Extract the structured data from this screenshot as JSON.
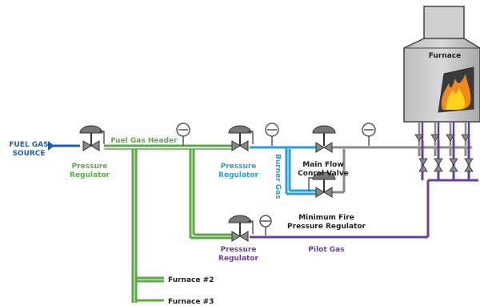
{
  "labels": {
    "source_line1": "FUEL GAS",
    "source_line2": "SOURCE",
    "header": "Fuel Gas Header",
    "reg1_line1": "Pressure",
    "reg1_line2": "Regulator",
    "reg2_line1": "Pressure",
    "reg2_line2": "Regulator",
    "reg3_line1": "Pressure",
    "reg3_line2": "Regulator",
    "main_valve_line1": "Main Flow",
    "main_valve_line2": "Conrol Valve",
    "min_fire_line1": "Minimum Fire",
    "min_fire_line2": "Pressure Regulator",
    "burner_gas": "Burner Gas",
    "pilot_gas": "Pilot Gas",
    "furnace": "Furnace",
    "furnace2": "Furnace #2",
    "furnace3": "Furnace #3"
  },
  "colors": {
    "source_blue": "#1f5fa8",
    "header_green": "#5aaa46",
    "burner_blue": "#2a9fd6",
    "pilot_purple": "#6a3fa0",
    "main_gray": "#8a8a8a",
    "dark_text": "#222222"
  }
}
